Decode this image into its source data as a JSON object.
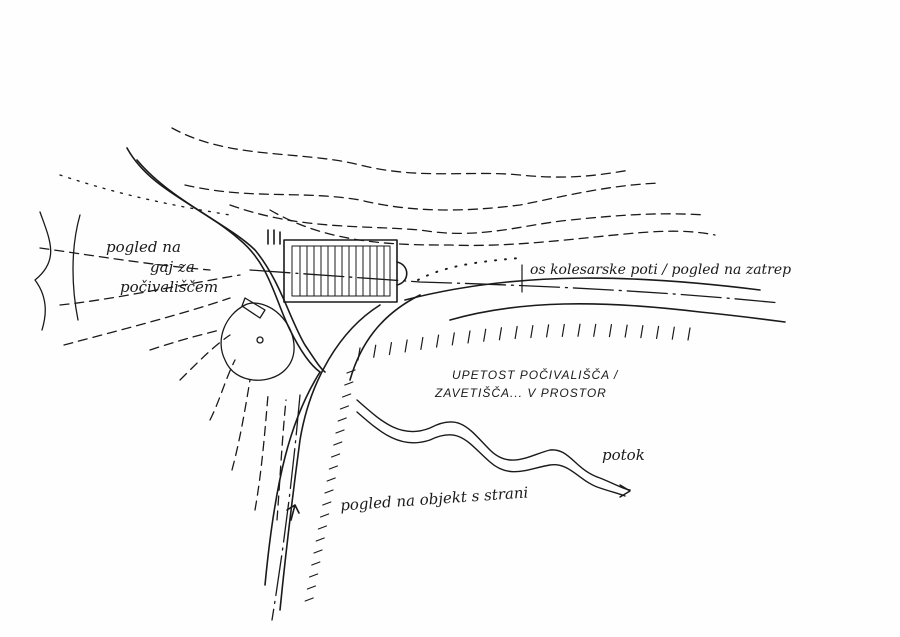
{
  "labels": {
    "grove_view": [
      "pogled na",
      "gaj za",
      "počivališčem"
    ],
    "bike_axis": "os kolesarske poti / pogled na zatrep",
    "placement": [
      "UPETOST POČIVALIŠČA /",
      "ZAVETIŠČA... V PROSTOR"
    ],
    "stream": "potok",
    "side_view": "pogled na objekt s strani"
  },
  "colors": {
    "ink": "#1a1a1a",
    "paper": "#fefefe"
  }
}
